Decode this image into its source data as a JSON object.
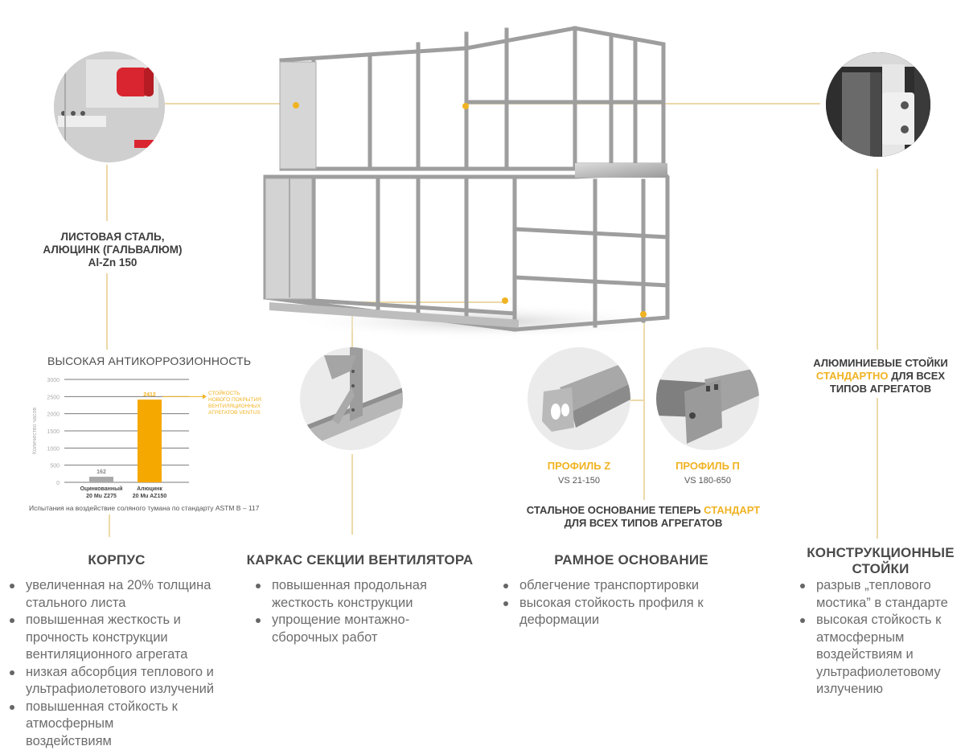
{
  "colors": {
    "accent": "#f0b323",
    "bar_primary": "#f5a800",
    "bar_secondary": "#a9a9a9",
    "line": "#ecd9a8"
  },
  "callouts": {
    "sheet_steel": {
      "lines": [
        "ЛИСТОВАЯ СТАЛЬ,",
        "АЛЮЦИНК  (ГАЛЬВАЛЮМ)",
        "Al-Zn 150"
      ]
    },
    "aluminium_posts": {
      "line1": "АЛЮМИНИЕВЫЕ СТОЙКИ",
      "line2_accent": "СТАНДАРТНО",
      "line2_rest": " ДЛЯ ВСЕХ",
      "line3": "ТИПОВ АГРЕГАТОВ"
    },
    "steel_base": {
      "line1_prefix": "СТАЛЬНОЕ ОСНОВАНИЕ ТЕПЕРЬ ",
      "line1_accent": "СТАНДАРТ",
      "line2": "ДЛЯ ВСЕХ ТИПОВ АГРЕГАТОВ"
    }
  },
  "profiles": [
    {
      "title": "ПРОФИЛЬ Z",
      "subtitle": "VS 21-150"
    },
    {
      "title": "ПРОФИЛЬ П",
      "subtitle": "VS 180-650"
    }
  ],
  "images": {
    "main": "frame-image",
    "casing_detail": "casing-detail-image",
    "post_detail": "post-detail-image",
    "fan_frame_detail": "fan-frame-detail-image",
    "profile_z": "profile-z-image",
    "profile_p": "profile-p-image"
  },
  "chart_data": {
    "type": "bar",
    "title": "ВЫСОКАЯ АНТИКОРРОЗИОННОСТЬ",
    "ylabel": "Количество часов",
    "xlabel": "",
    "ylim": [
      0,
      3000
    ],
    "yticks": [
      0,
      500,
      1000,
      1500,
      2000,
      2500,
      3000
    ],
    "grid": true,
    "categories": [
      {
        "line1": "Оцинкованный",
        "line2": "20 Mu Z275"
      },
      {
        "line1": "Алюцинк",
        "line2": "20 Mu AZ150"
      }
    ],
    "values": [
      162,
      2412
    ],
    "value_labels": [
      "162",
      "2412"
    ],
    "annotation": [
      "СТОЙКОСТЬ",
      "НОВОГО ПОКРЫТИЯ",
      "ВЕНТИЛЯЦИОННЫХ",
      "АГРЕГАТОВ VENTUS"
    ],
    "footnote": "Испытания на воздействие соляного тумана по стандарту ASTM B – 117"
  },
  "sections": [
    {
      "title": "КОРПУС",
      "items": [
        "увеличенная на 20% толщина стального листа",
        "повышенная жесткость и прочность конструкции вентиляционного агрегата",
        "низкая абсорбция теплового и ультрафиолетового излучений",
        "повышенная стойкость к атмосферным воздействиям"
      ]
    },
    {
      "title": "КАРКАС СЕКЦИИ ВЕНТИЛЯТОРА",
      "items": [
        "повышенная продольная жесткость конструкции",
        "упрощение монтажно-сборочных работ"
      ]
    },
    {
      "title": "РАМНОЕ ОСНОВАНИЕ",
      "items": [
        "облегчение транспортировки",
        "высокая стойкость профиля к деформации"
      ]
    },
    {
      "title_lines": [
        "КОНСТРУКЦИОННЫЕ",
        "СТОЙКИ"
      ],
      "items": [
        "разрыв „теплового мостика” в стандарте",
        "высокая стойкость к атмосферным воздействиям и ультрафиолетовому излучению"
      ]
    }
  ]
}
